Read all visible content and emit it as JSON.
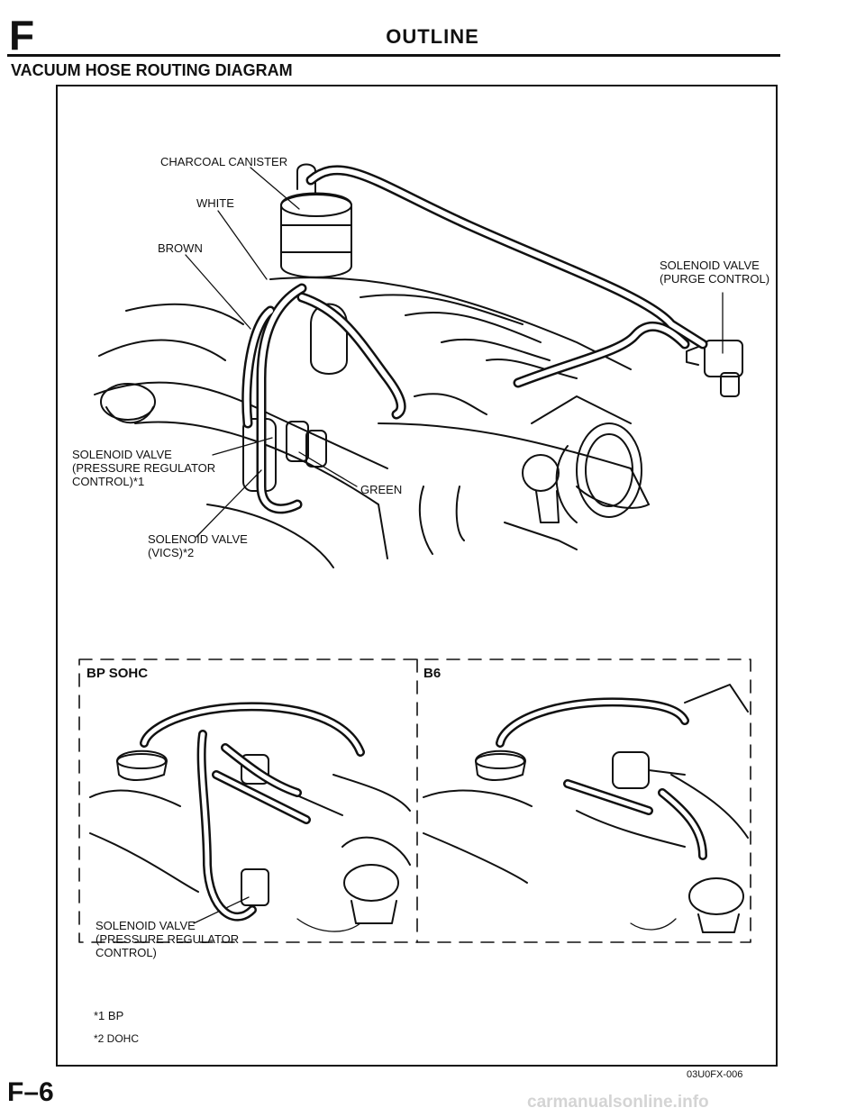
{
  "header": {
    "section_letter": "F",
    "page_heading": "OUTLINE"
  },
  "diagram": {
    "title": "VACUUM HOSE ROUTING DIAGRAM",
    "labels": {
      "charcoal_canister": "CHARCOAL CANISTER",
      "white": "WHITE",
      "brown": "BROWN",
      "green": "GREEN",
      "purge_valve": "SOLENOID VALVE\n(PURGE CONTROL)",
      "pressure_valve": "SOLENOID VALVE\n(PRESSURE REGULATOR\nCONTROL)*1",
      "vics_valve": "SOLENOID VALVE\n(VICS)*2"
    },
    "insets": [
      {
        "title": "BP SOHC",
        "callout": "SOLENOID VALVE\n(PRESSURE REGULATOR\nCONTROL)"
      },
      {
        "title": "B6"
      }
    ],
    "footnotes": [
      "*1 BP",
      "*2 DOHC"
    ]
  },
  "footer": {
    "page_number": "F–6",
    "figure_code": "03U0FX-006",
    "watermark": "carmanualsonline.info"
  }
}
